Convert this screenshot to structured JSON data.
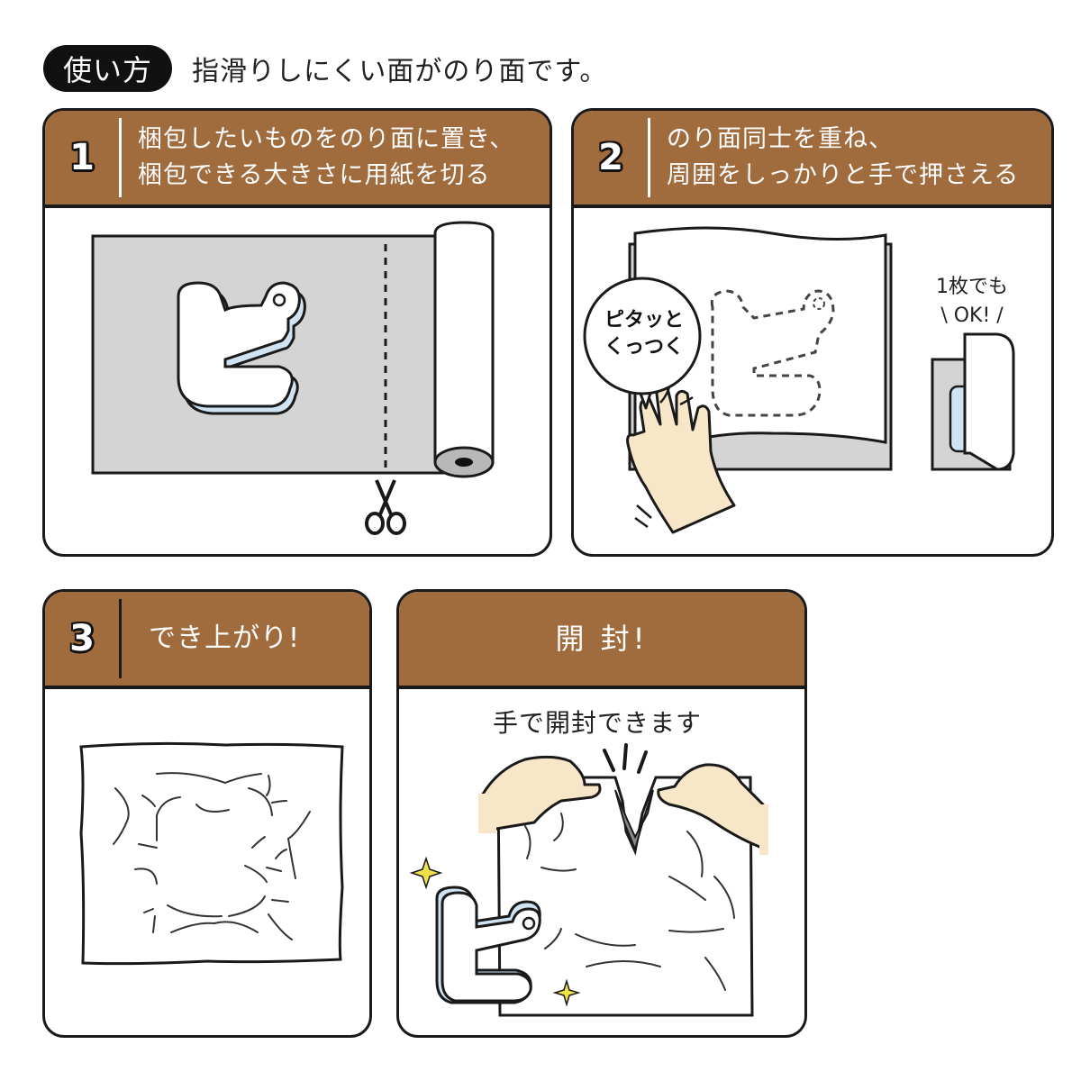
{
  "header": {
    "badge": "使い方",
    "description": "指滑りしにくい面がのり面です。"
  },
  "steps": [
    {
      "number": "1",
      "title_line1": "梱包したいものをのり面に置き、",
      "title_line2": "梱包できる大きさに用紙を切る",
      "icons": [
        "paper-roll-icon",
        "scissors-icon",
        "hi-character-object-icon"
      ]
    },
    {
      "number": "2",
      "title_line1": "のり面同士を重ね、",
      "title_line2": "周囲をしっかりと手で押さえる",
      "speech_bubble_line1": "ピタッと",
      "speech_bubble_line2": "くっつく",
      "note_line1": "1枚でも",
      "note_line2": "\\ OK! /",
      "icons": [
        "hand-icon",
        "speech-bubble-icon",
        "folded-sheet-icon"
      ]
    },
    {
      "number": "3",
      "title": "でき上がり!",
      "icons": [
        "wrapped-package-icon"
      ]
    },
    {
      "title": "開 封!",
      "caption": "手で開封できます",
      "icons": [
        "hands-tearing-icon",
        "sparkle-icon"
      ]
    }
  ],
  "colors": {
    "header_brown": "#a06b3d",
    "outline": "#1a1a1a",
    "paper_gray": "#d4d4d4",
    "glue_blue": "#cfe3f2",
    "skin": "#f8e6c8",
    "sparkle": "#f2e24a"
  }
}
